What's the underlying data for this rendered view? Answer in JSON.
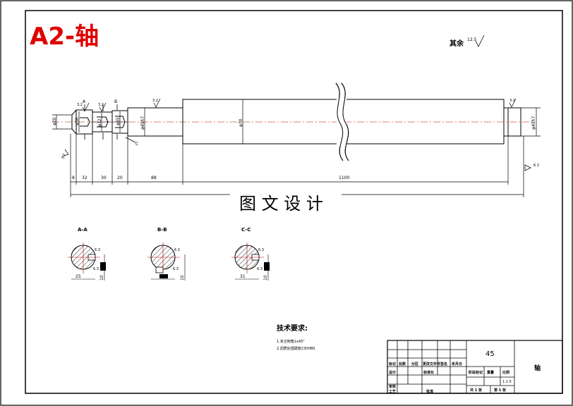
{
  "drawing": {
    "title_label": "A2-轴",
    "roughness_note": "其余",
    "roughness_note_value": "12.5",
    "watermark": "图 文 设 计",
    "dims": {
      "d_left_end": "φ20",
      "d_step_a": "φ30",
      "d_step_b": "φ32",
      "d_step_c": "φ35",
      "d_bearing_left": "φ45h7",
      "d_main": "φ70",
      "d_bearing_right": "φ45h7",
      "len_1": "8",
      "len_2": "32",
      "len_3": "30",
      "len_4": "20",
      "len_5": "88",
      "len_6": "1100",
      "r_a": "3.2",
      "r_b": "3.2",
      "r_c": "3.2",
      "r_d": "3.2",
      "r_e": "3.2",
      "r_f": "6.3",
      "mark_a": "A",
      "mark_b": "B",
      "mark_c": "C"
    },
    "sections": [
      {
        "label": "A-A",
        "width_dim": "25",
        "depth_dim": "10",
        "rough": "6.3",
        "rough2": "6.3"
      },
      {
        "label": "B-B",
        "width_dim": "",
        "depth_dim": "10",
        "rough": "6.3",
        "rough2": "6.3"
      },
      {
        "label": "C-C",
        "width_dim": "31",
        "depth_dim": "10",
        "rough": "6.3",
        "rough2": "6.3"
      }
    ],
    "tech_req": {
      "title": "技术要求:",
      "lines": [
        "1.未注倒角1x45°",
        "2.调质处理硬度230HBS"
      ]
    }
  },
  "title_block": {
    "material": "45",
    "part_name": "轴",
    "scale_label": "比例",
    "scale_value": "1:1.5",
    "stage_label": "阶段标记",
    "weight_label": "重量",
    "sheets_total": "共 1 张",
    "sheet_no": "第 1 张",
    "row_headers": [
      "标记",
      "处数",
      "分区",
      "更改文件号",
      "签名",
      "年月日"
    ],
    "sign_labels": [
      "设计",
      "标准化"
    ],
    "check_labels": [
      "审核",
      "工艺",
      "批准"
    ]
  }
}
